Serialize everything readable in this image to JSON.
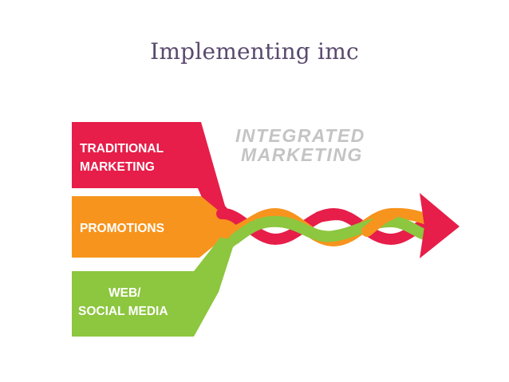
{
  "slide": {
    "title": "Implementing imc"
  },
  "diagram": {
    "heading_line1": "INTEGRATED",
    "heading_line2": "MARKETING",
    "channels": [
      {
        "line1": "TRADITIONAL",
        "line2": "MARKETING",
        "color": "#e61e49"
      },
      {
        "line1": "PROMOTIONS",
        "line2": "",
        "color": "#f7941d"
      },
      {
        "line1": "WEB/",
        "line2": "SOCIAL MEDIA",
        "color": "#8dc63f"
      }
    ],
    "arrow_color": "#e61e49",
    "heading_color": "#c4c4c4"
  }
}
